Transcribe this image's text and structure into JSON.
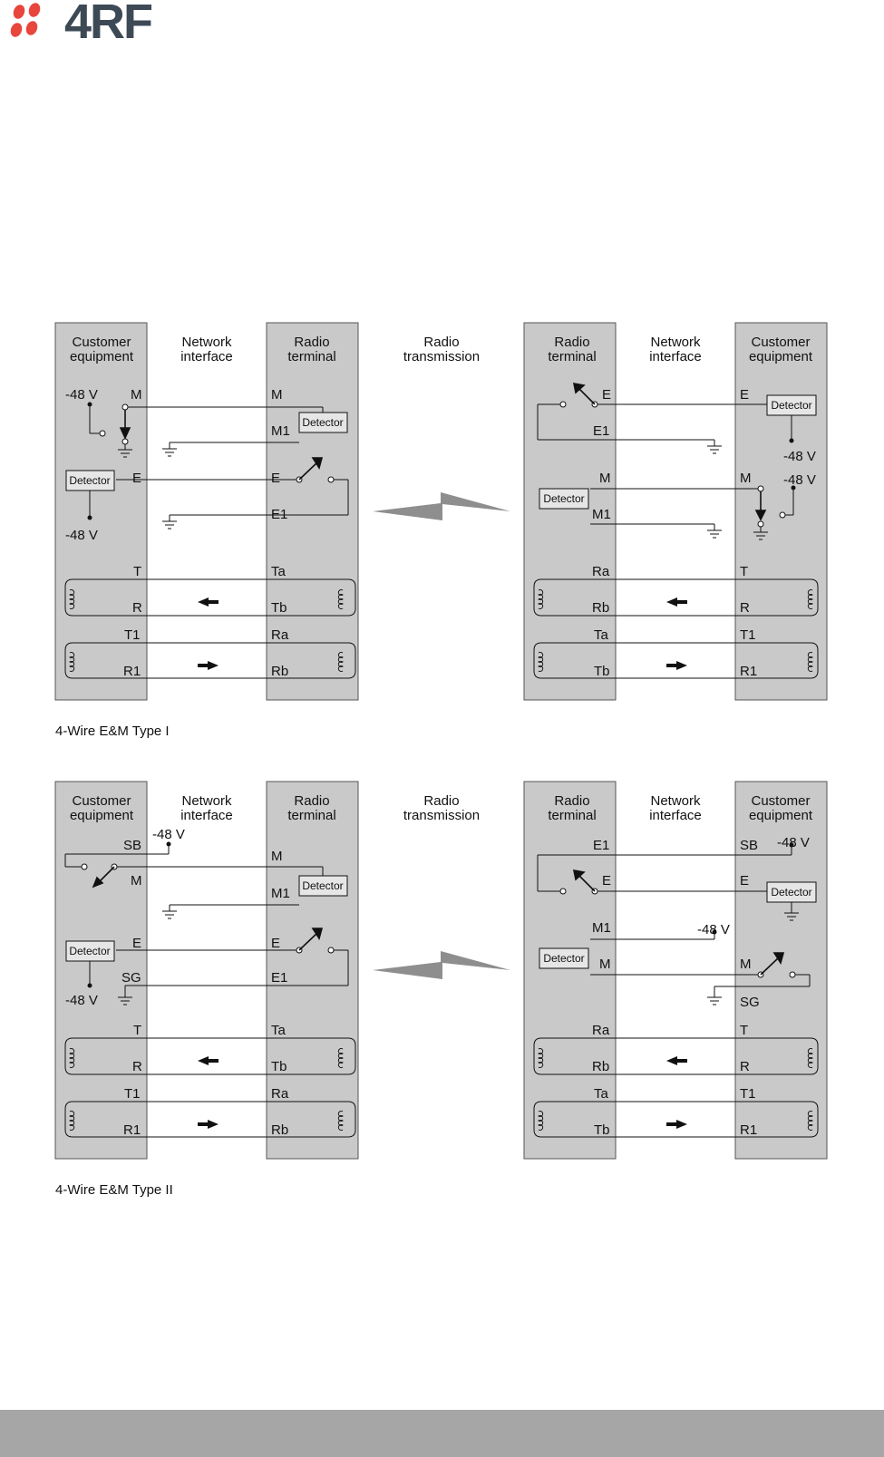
{
  "logo": {
    "text": "4RF"
  },
  "headers": {
    "customer_equipment": [
      "Customer",
      "equipment"
    ],
    "network_interface": [
      "Network",
      "interface"
    ],
    "radio_terminal": [
      "Radio",
      "terminal"
    ],
    "radio_transmission": [
      "Radio",
      "transmission"
    ]
  },
  "detector_label": "Detector",
  "voltage_label": "-48 V",
  "type1": {
    "caption": "4-Wire E&M Type I",
    "left_cust": {
      "m": "M",
      "e": "E",
      "t": "T",
      "r": "R",
      "t1": "T1",
      "r1": "R1"
    },
    "left_radio": {
      "m": "M",
      "m1": "M1",
      "e": "E",
      "e1": "E1",
      "ta": "Ta",
      "tb": "Tb",
      "ra": "Ra",
      "rb": "Rb"
    },
    "right_radio": {
      "e": "E",
      "e1": "E1",
      "m": "M",
      "m1": "M1",
      "ra": "Ra",
      "rb": "Rb",
      "ta": "Ta",
      "tb": "Tb"
    },
    "right_cust": {
      "e": "E",
      "m": "M",
      "t": "T",
      "r": "R",
      "t1": "T1",
      "r1": "R1"
    }
  },
  "type2": {
    "caption": "4-Wire E&M Type II",
    "left_cust": {
      "sb": "SB",
      "m": "M",
      "e": "E",
      "sg": "SG",
      "t": "T",
      "r": "R",
      "t1": "T1",
      "r1": "R1"
    },
    "left_radio": {
      "m": "M",
      "m1": "M1",
      "e": "E",
      "e1": "E1",
      "ta": "Ta",
      "tb": "Tb",
      "ra": "Ra",
      "rb": "Rb"
    },
    "right_radio": {
      "e1": "E1",
      "e": "E",
      "m1": "M1",
      "m": "M",
      "ra": "Ra",
      "rb": "Rb",
      "ta": "Ta",
      "tb": "Tb"
    },
    "right_cust": {
      "sb": "SB",
      "e": "E",
      "m": "M",
      "sg": "SG",
      "t": "T",
      "r": "R",
      "t1": "T1",
      "r1": "R1"
    }
  }
}
